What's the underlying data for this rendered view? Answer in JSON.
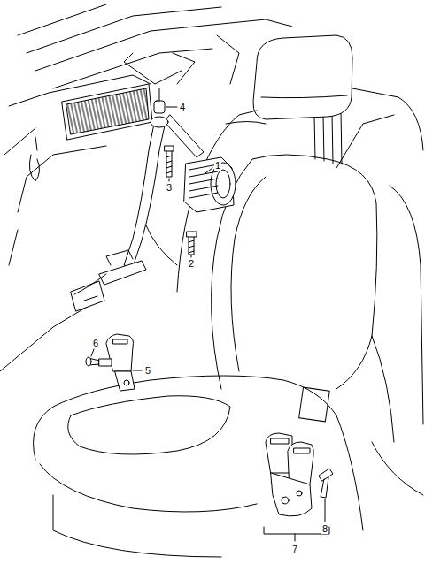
{
  "diagram": {
    "labels": [
      "4",
      "1",
      "3",
      "2",
      "6",
      "5",
      "8",
      "7"
    ]
  }
}
